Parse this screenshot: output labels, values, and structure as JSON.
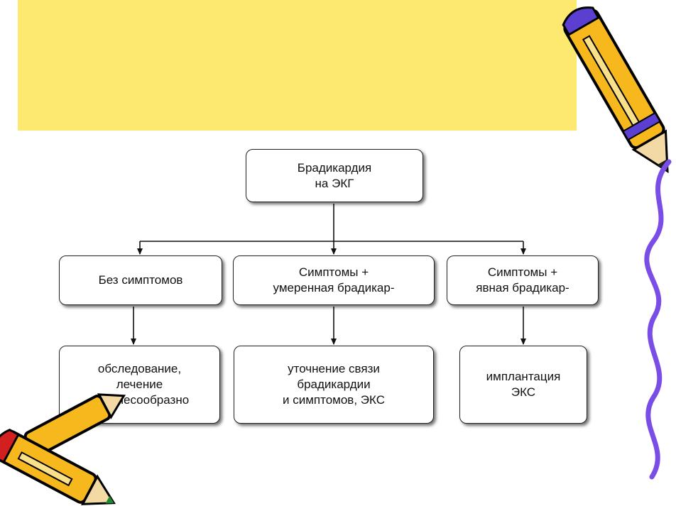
{
  "diagram": {
    "root": {
      "label": "Брадикардия\nна ЭКГ"
    },
    "branches": [
      {
        "label": "Без симптомов",
        "action": "обследование,\nлечение\nнецелесообразно"
      },
      {
        "label": "Симптомы +\nумеренная брадикар-",
        "action": "уточнение связи\nбрадикардии\nи симптомов, ЭКС"
      },
      {
        "label": "Симптомы +\nявная брадикар-",
        "action": "имплантация\nЭКС"
      }
    ]
  },
  "colors": {
    "banner": "#fde96f",
    "squiggle": "#7a4ee6",
    "pencil_body": "#f6b81c",
    "pencil_tip": "#5b3fd1"
  },
  "decorations": [
    "pencil-top-right",
    "pencil-bottom-left",
    "squiggle-right"
  ]
}
